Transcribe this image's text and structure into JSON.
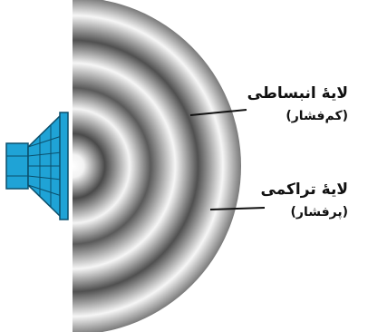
{
  "labels": {
    "rarefaction": {
      "title": "لایهٔ انبساطی",
      "subtitle": "(کم‌فشار)"
    },
    "compression": {
      "title": "لایهٔ تراکمی",
      "subtitle": "(پرفشار)"
    }
  },
  "colors": {
    "speaker_fill": "#1fa3d6",
    "speaker_stroke": "#0b4f6c",
    "wave_dark": "#4a4a4a",
    "wave_light": "#ffffff",
    "leader_line": "#111111"
  },
  "icons": {
    "speaker": "loudspeaker-icon"
  }
}
